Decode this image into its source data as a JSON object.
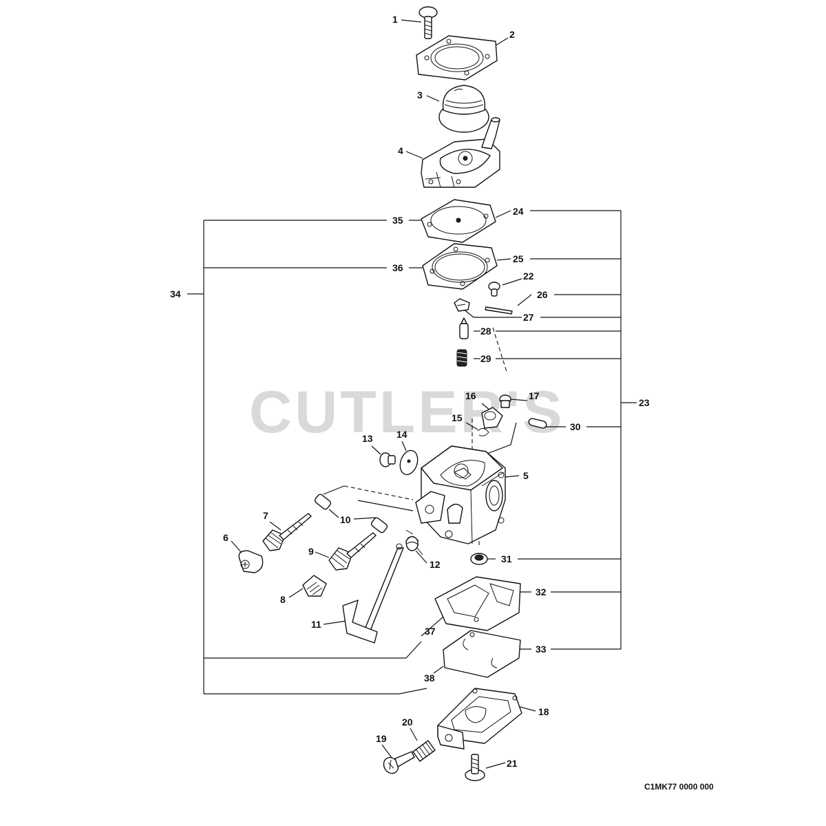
{
  "watermark": "CUTLER'S",
  "drawing_code": "C1MK77 0000 000",
  "callouts": {
    "c1": "1",
    "c2": "2",
    "c3": "3",
    "c4": "4",
    "c5": "5",
    "c6": "6",
    "c7": "7",
    "c8": "8",
    "c9": "9",
    "c10": "10",
    "c11": "11",
    "c12": "12",
    "c13": "13",
    "c14": "14",
    "c15": "15",
    "c16": "16",
    "c17": "17",
    "c18": "18",
    "c19": "19",
    "c20": "20",
    "c21": "21",
    "c22": "22",
    "c23": "23",
    "c24": "24",
    "c25": "25",
    "c26": "26",
    "c27": "27",
    "c28": "28",
    "c29": "29",
    "c30": "30",
    "c31": "31",
    "c32": "32",
    "c33": "33",
    "c34": "34",
    "c35": "35",
    "c36": "36",
    "c37": "37",
    "c38": "38"
  }
}
